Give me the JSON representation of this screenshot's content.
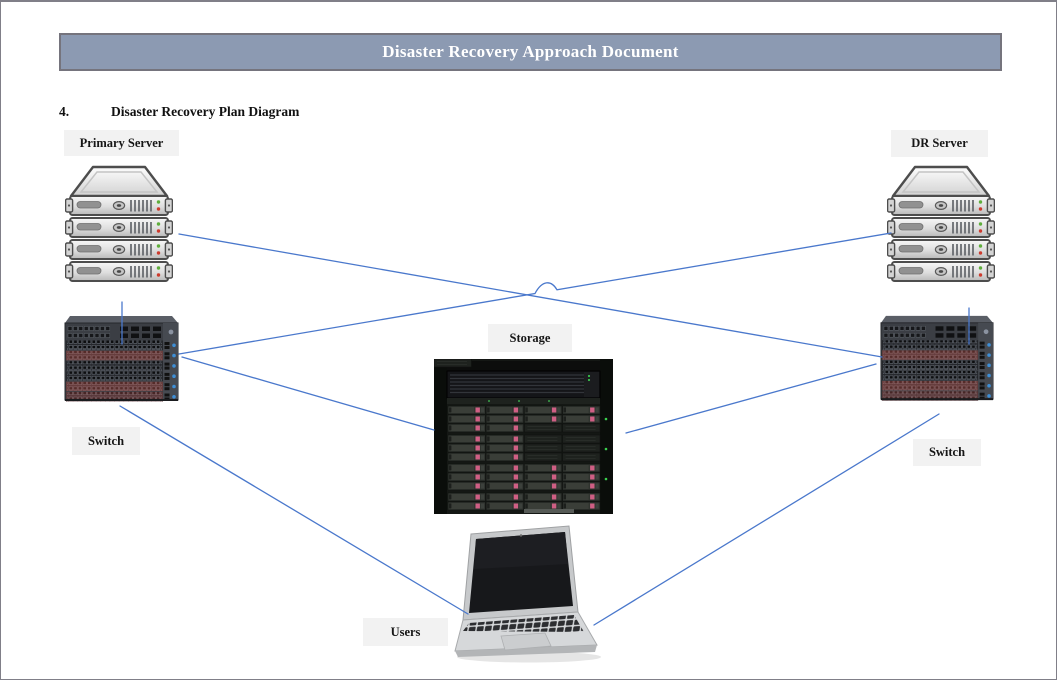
{
  "page": {
    "banner": {
      "title": "Disaster Recovery Approach Document",
      "bg_color": "#8c9ab2",
      "text_color": "#ffffff"
    },
    "heading": {
      "number": "4.",
      "text": "Disaster Recovery Plan Diagram"
    }
  },
  "diagram": {
    "connector_color": "#4a78cc",
    "label_bg_color": "#f2f2f2",
    "nodes": [
      {
        "id": "primary-server",
        "label": "Primary Server",
        "type": "server-stack"
      },
      {
        "id": "dr-server",
        "label": "DR Server",
        "type": "server-stack"
      },
      {
        "id": "switch-left",
        "label": "Switch",
        "type": "network-switch"
      },
      {
        "id": "switch-right",
        "label": "Switch",
        "type": "network-switch"
      },
      {
        "id": "storage",
        "label": "Storage",
        "type": "storage-array"
      },
      {
        "id": "users",
        "label": "Users",
        "type": "laptop"
      }
    ],
    "connections": [
      {
        "from": "primary-server",
        "to": "switch-left"
      },
      {
        "from": "primary-server",
        "to": "switch-right"
      },
      {
        "from": "dr-server",
        "to": "switch-right"
      },
      {
        "from": "dr-server",
        "to": "switch-left"
      },
      {
        "from": "switch-left",
        "to": "storage"
      },
      {
        "from": "switch-right",
        "to": "storage"
      },
      {
        "from": "switch-left",
        "to": "users"
      },
      {
        "from": "switch-right",
        "to": "users"
      }
    ]
  }
}
